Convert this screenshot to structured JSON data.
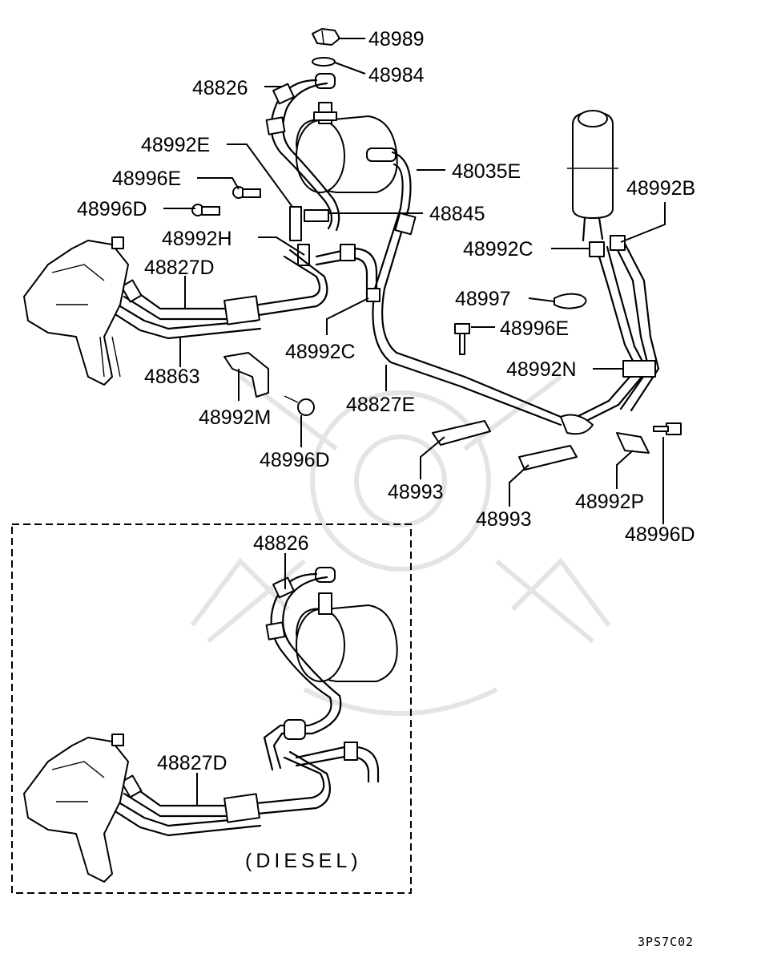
{
  "labels": {
    "l48989": "48989",
    "l48984": "48984",
    "l48826_top": "48826",
    "l48992E": "48992E",
    "l48035E": "48035E",
    "l48996E_left": "48996E",
    "l48992B": "48992B",
    "l48996D_left": "48996D",
    "l48845": "48845",
    "l48992H": "48992H",
    "l48992C_right": "48992C",
    "l48827D_top": "48827D",
    "l48997": "48997",
    "l48996E_right": "48996E",
    "l48992C_center": "48992C",
    "l48992N": "48992N",
    "l48863": "48863",
    "l48827E": "48827E",
    "l48992M": "48992M",
    "l48996D_center": "48996D",
    "l48993_left": "48993",
    "l48993_right": "48993",
    "l48992P": "48992P",
    "l48996D_right": "48996D",
    "l48826_diesel": "48826",
    "l48827D_diesel": "48827D",
    "diesel": "(DIESEL)",
    "code": "3PS7C02"
  }
}
